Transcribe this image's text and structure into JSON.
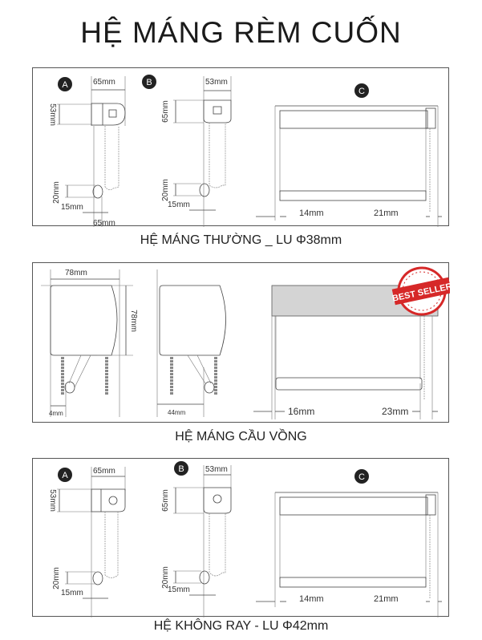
{
  "title": "HỆ MÁNG RÈM CUỐN",
  "panels": [
    {
      "caption": "HỆ MÁNG THƯỜNG _ LU Φ38mm",
      "labels": {
        "a": "A",
        "b": "B",
        "c": "C",
        "a_width": "65mm",
        "a_height": "53mm",
        "a_bottom_height": "20mm",
        "a_bottom_offset": "15mm",
        "a_bottom_width": "65mm",
        "b_width": "53mm",
        "b_height": "65mm",
        "b_bottom_height": "20mm",
        "b_bottom_offset": "15mm",
        "c_left": "14mm",
        "c_right": "21mm"
      }
    },
    {
      "caption": "HỆ MÁNG CẦU VỒNG",
      "labels": {
        "width": "78mm",
        "height": "78mm",
        "left_offset": "4mm",
        "depth": "44mm",
        "c_left": "16mm",
        "c_right": "23mm",
        "badge": "BEST SELLER"
      }
    },
    {
      "caption": "HỆ KHÔNG RAY - LU Φ42mm",
      "labels": {
        "a": "A",
        "b": "B",
        "c": "C",
        "a_width": "65mm",
        "a_height": "53mm",
        "a_bottom_height": "20mm",
        "a_bottom_offset": "15mm",
        "b_width": "53mm",
        "b_height": "65mm",
        "b_bottom_height": "20mm",
        "b_bottom_offset": "15mm",
        "c_left": "14mm",
        "c_right": "21mm"
      }
    }
  ],
  "colors": {
    "badge": "#d62828",
    "roller": "#d4d4d4"
  }
}
